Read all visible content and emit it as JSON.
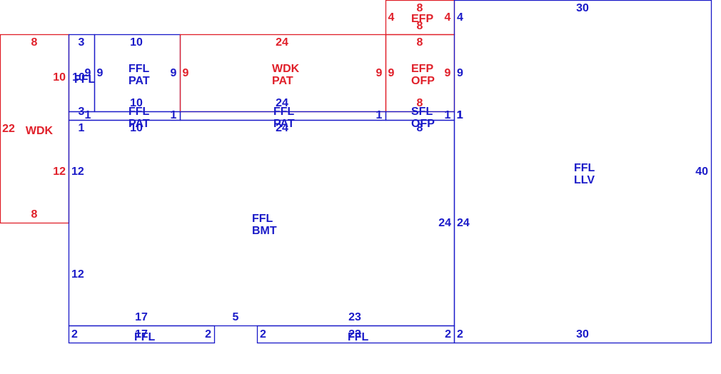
{
  "colors": {
    "blue": "#1a1ac8",
    "red": "#e0202a"
  },
  "areas": [
    {
      "id": "wdk-left",
      "color": "red",
      "code": "WDK",
      "dims": [
        "8",
        "22",
        "8",
        "10",
        "12"
      ]
    },
    {
      "id": "ffl-small",
      "color": "blue",
      "code": "FFL",
      "dims": [
        "3",
        "10",
        "9",
        "3",
        "1"
      ]
    },
    {
      "id": "ffl-pat",
      "color": "blue",
      "code": "FFL",
      "use": "PAT",
      "dims": [
        "10",
        "9",
        "9"
      ]
    },
    {
      "id": "wdk-pat",
      "color": "red",
      "code": "WDK",
      "use": "PAT",
      "dims": [
        "24",
        "9",
        "9"
      ]
    },
    {
      "id": "efp-top",
      "color": "red",
      "code": "EFP",
      "dims": [
        "8",
        "8",
        "4",
        "4"
      ]
    },
    {
      "id": "efp-ofp",
      "color": "red",
      "code": "EFP",
      "use": "OFP",
      "dims": [
        "8",
        "9",
        "9",
        "8"
      ]
    },
    {
      "id": "ffl-pat-strip",
      "color": "blue",
      "code": "FFL",
      "use": "PAT",
      "dims": [
        "10",
        "10",
        "1",
        "1"
      ]
    },
    {
      "id": "ffl-pat-strip-2",
      "color": "blue",
      "code": "FFL",
      "use": "PAT",
      "dims": [
        "24",
        "24",
        "1"
      ]
    },
    {
      "id": "sfl-ofp",
      "color": "blue",
      "code": "SFL",
      "use": "OFP",
      "dims": [
        "8",
        "1",
        "1"
      ]
    },
    {
      "id": "ffl-bmt",
      "color": "blue",
      "code": "FFL",
      "use": "BMT",
      "dims": [
        "12",
        "12",
        "24",
        "17",
        "5",
        "23"
      ]
    },
    {
      "id": "ffl-llv",
      "color": "blue",
      "code": "FFL",
      "use": "LLV",
      "dims": [
        "30",
        "40",
        "4",
        "9",
        "1",
        "24",
        "2",
        "30"
      ]
    },
    {
      "id": "ffl-bottom-left",
      "color": "blue",
      "code": "FFL",
      "dims": [
        "17",
        "2",
        "2"
      ]
    },
    {
      "id": "ffl-bottom-right",
      "color": "blue",
      "code": "FFL",
      "dims": [
        "23",
        "2",
        "2"
      ]
    }
  ]
}
